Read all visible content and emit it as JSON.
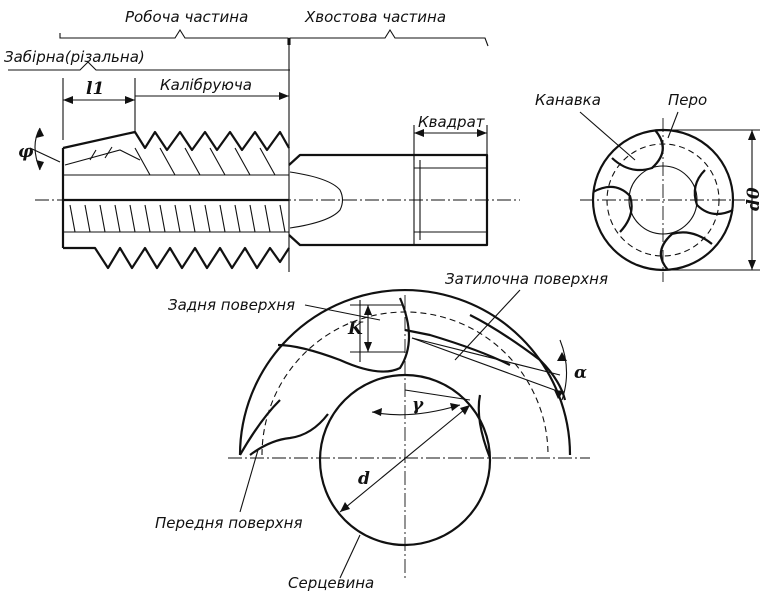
{
  "labels": {
    "working_part": "Робоча частина",
    "tail_part": "Хвостова частина",
    "intake_part": "Забірна(різальна)",
    "l1": "l1",
    "calibrating": "Калібруюча",
    "square": "Квадрат",
    "phi": "φ",
    "groove": "Канавка",
    "land": "Перо",
    "d0": "d0",
    "relief_surface": "Затилочна поверхня",
    "flank_surface": "Задня поверхня",
    "k": "K",
    "alpha": "α",
    "gamma": "γ",
    "d": "d",
    "rake_surface": "Передня поверхня",
    "core": "Серцевина"
  }
}
